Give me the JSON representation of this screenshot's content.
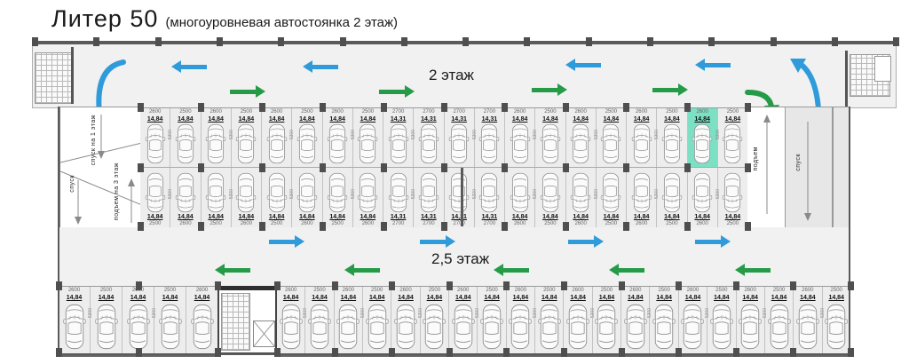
{
  "title": {
    "main": "Литер 50",
    "subtitle": "(многоуровневая автостоянка 2 этаж)"
  },
  "floors": {
    "upper_label": "2 этаж",
    "lower_label": "2,5 этаж"
  },
  "ramps": {
    "left_top": "спуск на 1 этаж",
    "left_bottom_lane": "спуск",
    "left_bottom_ramp": "подъем на 3 этаж",
    "right_up_lane": "подъем",
    "right_down_lane": "спуск"
  },
  "colors": {
    "arrow_blue": "#2f9bdb",
    "arrow_green": "#259b48",
    "highlight": "#7ce0c4",
    "wall": "#4f4f4f",
    "floor": "#f1f1f1"
  },
  "stall_depth_label": "5300",
  "parking": {
    "row_top": {
      "highlight_index": 18,
      "stalls": [
        {
          "area": "14,84",
          "width": "2600"
        },
        {
          "area": "14,84",
          "width": "2500"
        },
        {
          "area": "14,84",
          "width": "2600"
        },
        {
          "area": "14,84",
          "width": "2500"
        },
        {
          "area": "14,84",
          "width": "2600"
        },
        {
          "area": "14,84",
          "width": "2500"
        },
        {
          "area": "14,84",
          "width": "2600"
        },
        {
          "area": "14,84",
          "width": "2500"
        },
        {
          "area": "14,31",
          "width": "2700"
        },
        {
          "area": "14,31",
          "width": "2700"
        },
        {
          "area": "14,31",
          "width": "2700"
        },
        {
          "area": "14,31",
          "width": "2700"
        },
        {
          "area": "14,84",
          "width": "2600"
        },
        {
          "area": "14,84",
          "width": "2500"
        },
        {
          "area": "14,84",
          "width": "2600"
        },
        {
          "area": "14,84",
          "width": "2500"
        },
        {
          "area": "14,84",
          "width": "2600"
        },
        {
          "area": "14,84",
          "width": "2500"
        },
        {
          "area": "14,84",
          "width": "2600"
        },
        {
          "area": "14,84",
          "width": "2500"
        }
      ]
    },
    "row_mid": {
      "stalls": [
        {
          "area": "14,84",
          "width": "2500"
        },
        {
          "area": "14,84",
          "width": "2600"
        },
        {
          "area": "14,84",
          "width": "2500"
        },
        {
          "area": "14,84",
          "width": "2600"
        },
        {
          "area": "14,84",
          "width": "2500"
        },
        {
          "area": "14,84",
          "width": "2600"
        },
        {
          "area": "14,84",
          "width": "2500"
        },
        {
          "area": "14,84",
          "width": "2600"
        },
        {
          "area": "14,31",
          "width": "2700"
        },
        {
          "area": "14,31",
          "width": "2700"
        },
        {
          "area": "14,31",
          "width": "2700"
        },
        {
          "area": "14,31",
          "width": "2700"
        },
        {
          "area": "14,84",
          "width": "2600"
        },
        {
          "area": "14,84",
          "width": "2500"
        },
        {
          "area": "14,84",
          "width": "2600"
        },
        {
          "area": "14,84",
          "width": "2500"
        },
        {
          "area": "14,84",
          "width": "2600"
        },
        {
          "area": "14,84",
          "width": "2500"
        },
        {
          "area": "14,84",
          "width": "2600"
        },
        {
          "area": "14,84",
          "width": "2500"
        }
      ]
    },
    "row_bottom_left": {
      "stalls": [
        {
          "area": "14,84",
          "width": "2600"
        },
        {
          "area": "14,84",
          "width": "2500"
        },
        {
          "area": "14,84",
          "width": "2600"
        },
        {
          "area": "14,84",
          "width": "2500"
        },
        {
          "area": "14,84",
          "width": "2600"
        }
      ]
    },
    "row_bottom_right": {
      "stalls": [
        {
          "area": "14,84",
          "width": "2600"
        },
        {
          "area": "14,84",
          "width": "2500"
        },
        {
          "area": "14,84",
          "width": "2600"
        },
        {
          "area": "14,84",
          "width": "2500"
        },
        {
          "area": "14,84",
          "width": "2600"
        },
        {
          "area": "14,84",
          "width": "2500"
        },
        {
          "area": "14,84",
          "width": "2600"
        },
        {
          "area": "14,84",
          "width": "2500"
        },
        {
          "area": "14,84",
          "width": "2600"
        },
        {
          "area": "14,84",
          "width": "2500"
        },
        {
          "area": "14,84",
          "width": "2600"
        },
        {
          "area": "14,84",
          "width": "2500"
        },
        {
          "area": "14,84",
          "width": "2600"
        },
        {
          "area": "14,84",
          "width": "2500"
        },
        {
          "area": "14,84",
          "width": "2600"
        },
        {
          "area": "14,84",
          "width": "2500"
        },
        {
          "area": "14,84",
          "width": "2600"
        },
        {
          "area": "14,84",
          "width": "2500"
        },
        {
          "area": "14,84",
          "width": "2600"
        },
        {
          "area": "14,84",
          "width": "2500"
        }
      ]
    }
  }
}
